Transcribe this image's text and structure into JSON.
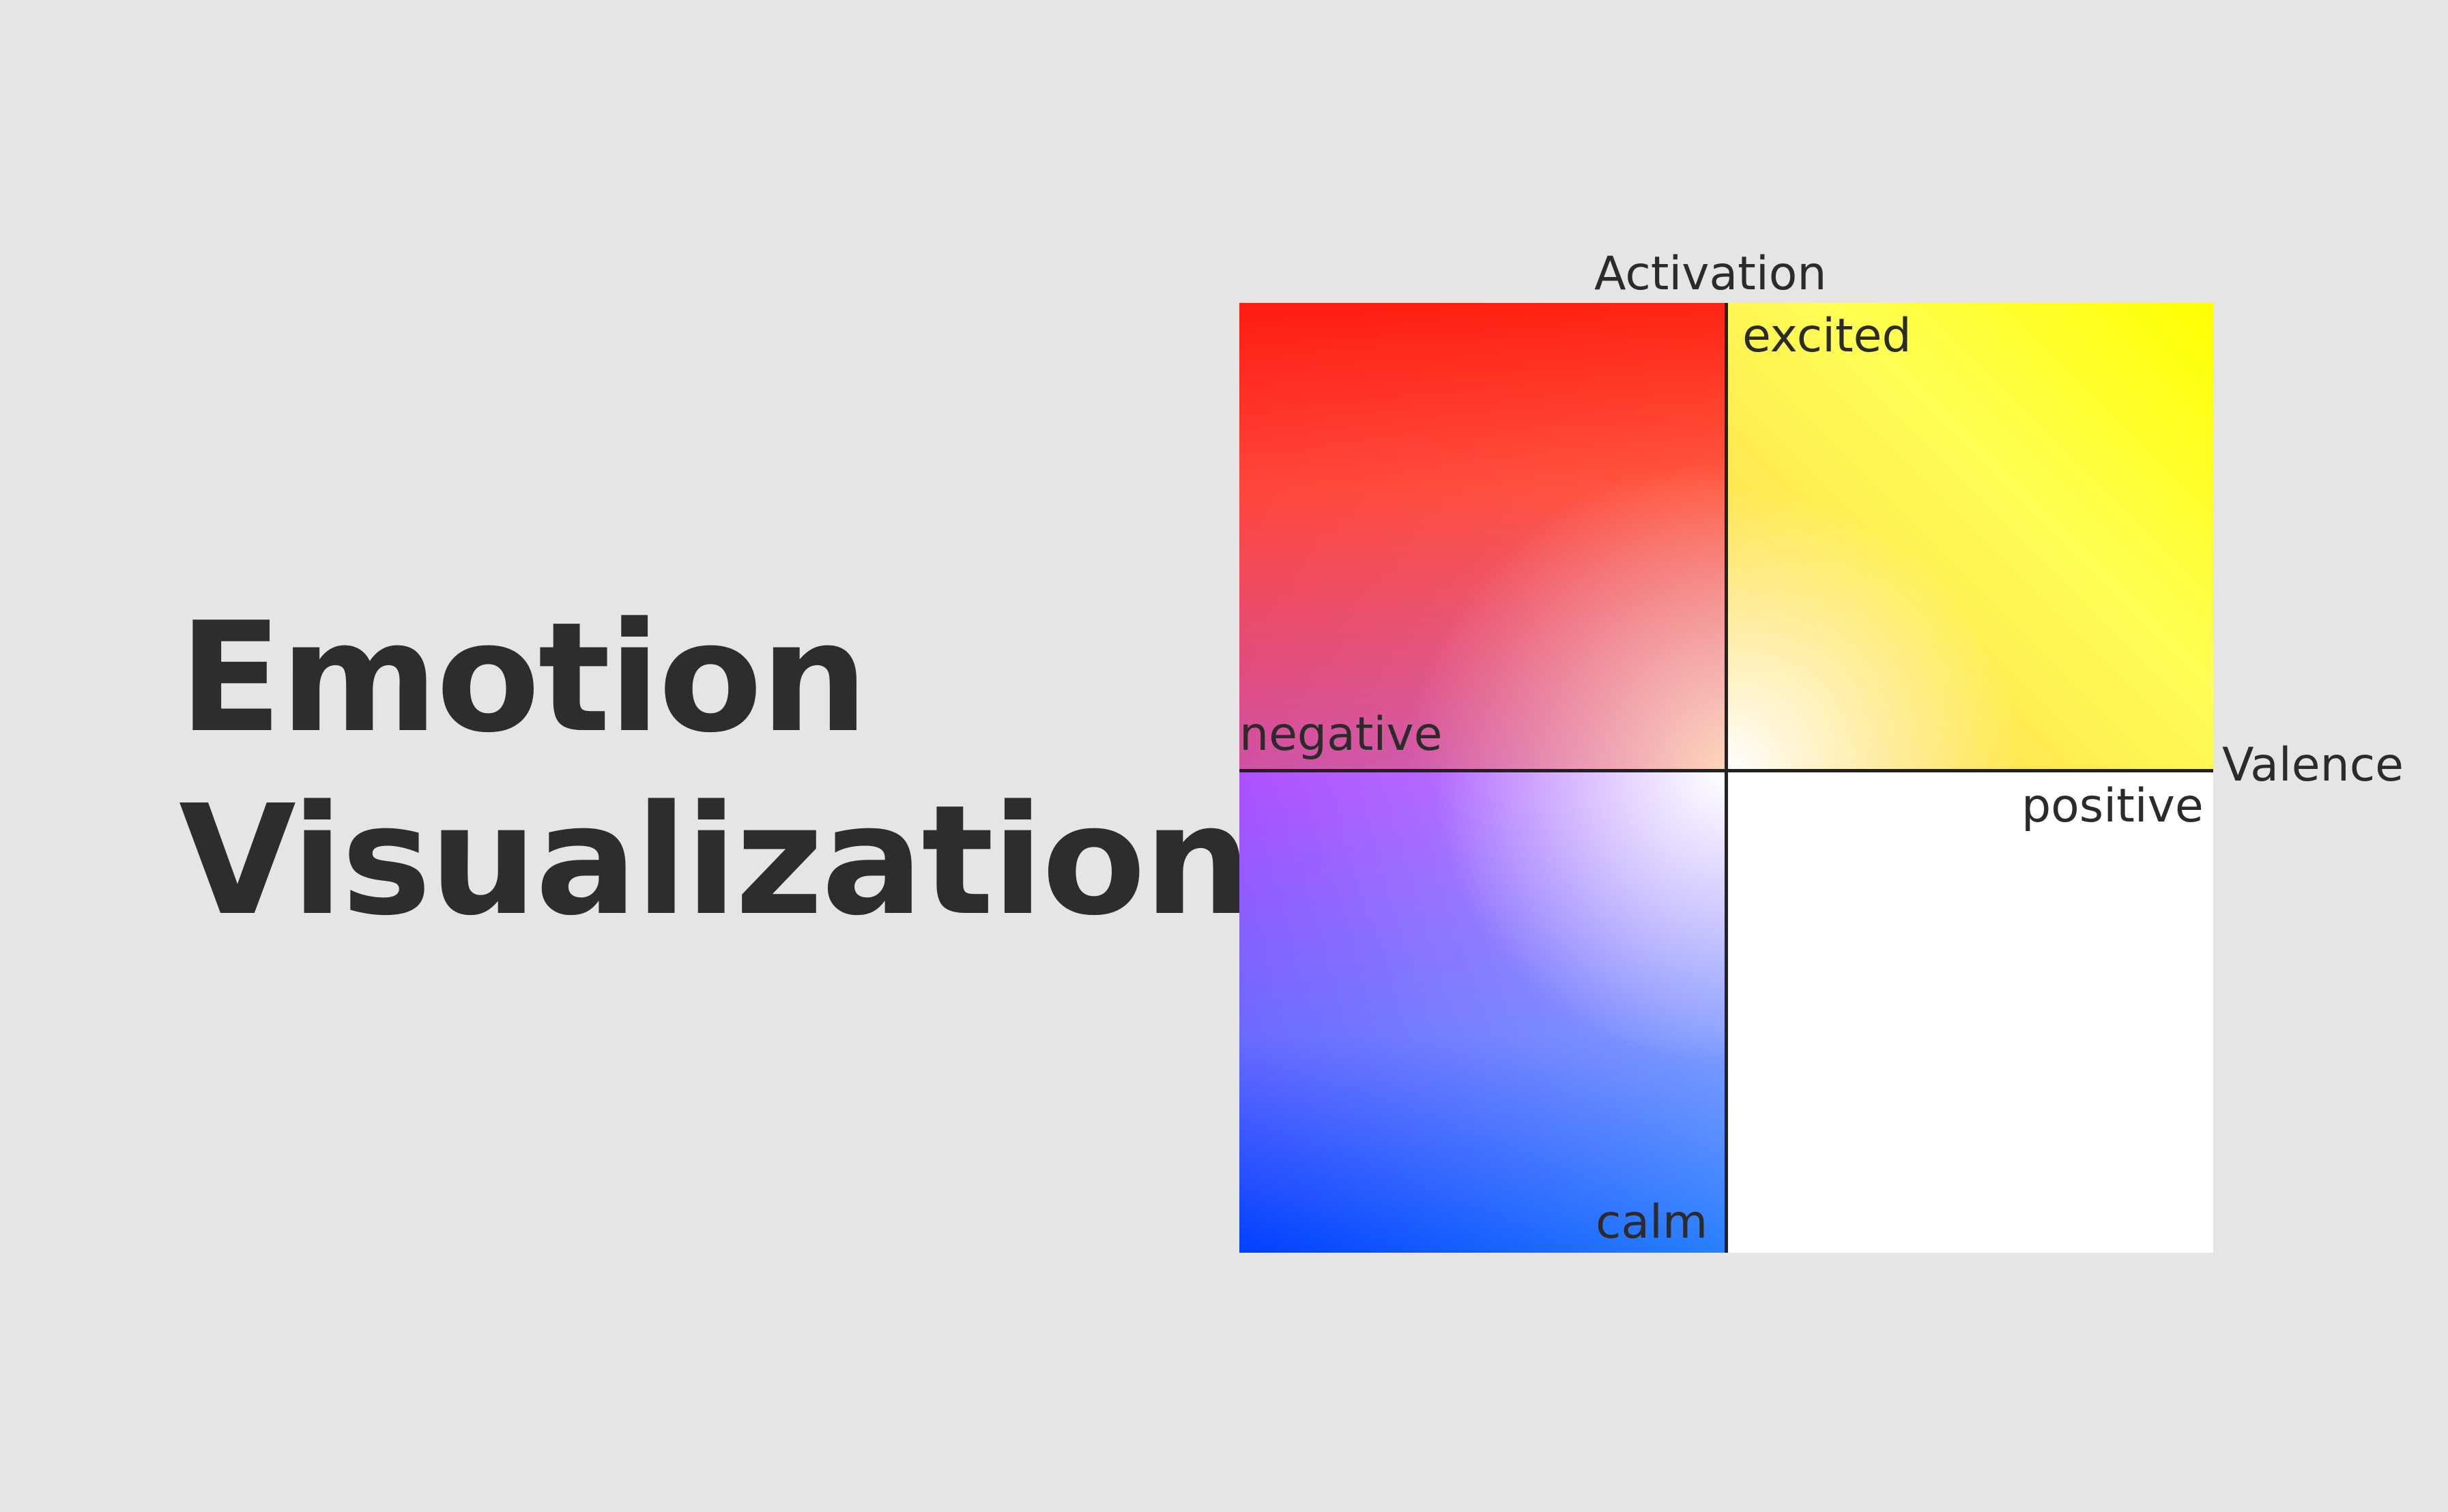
{
  "title": {
    "line1": "Emotion",
    "line2": "Visualization"
  },
  "diagram": {
    "axis_vertical_label": "Activation",
    "axis_horizontal_label": "Valence",
    "top_label": "excited",
    "left_label": "negative",
    "right_label": "positive",
    "bottom_label": "calm",
    "colors": {
      "top_left": "#ff0000",
      "top_right": "#ffff00",
      "bottom_left": "#0040ff",
      "mid_left": "#b050ff",
      "bottom_right": "#ffffff",
      "axis": "#222222",
      "background": "#e5e5e5"
    }
  }
}
